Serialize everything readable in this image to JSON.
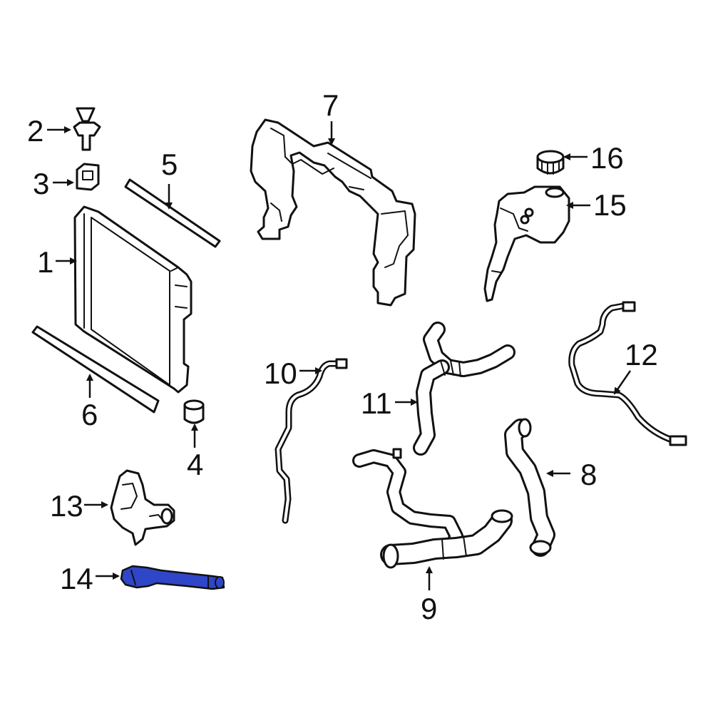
{
  "diagram": {
    "highlight_color": "#2f46c8",
    "line_color": "#111111",
    "callouts": {
      "radiator": "1",
      "push_pin": "2",
      "upper_mount": "3",
      "lower_mount": "4",
      "upper_seal": "5",
      "lower_seal": "6",
      "air_duct": "7",
      "lower_hose": "8",
      "inlet_hose": "9",
      "vent_line": "10",
      "upper_hose": "11",
      "overflow_line": "12",
      "thermostat_housing": "13",
      "bypass_hose": "14",
      "reservoir": "15",
      "reservoir_cap": "16"
    },
    "highlighted_part": "14"
  }
}
